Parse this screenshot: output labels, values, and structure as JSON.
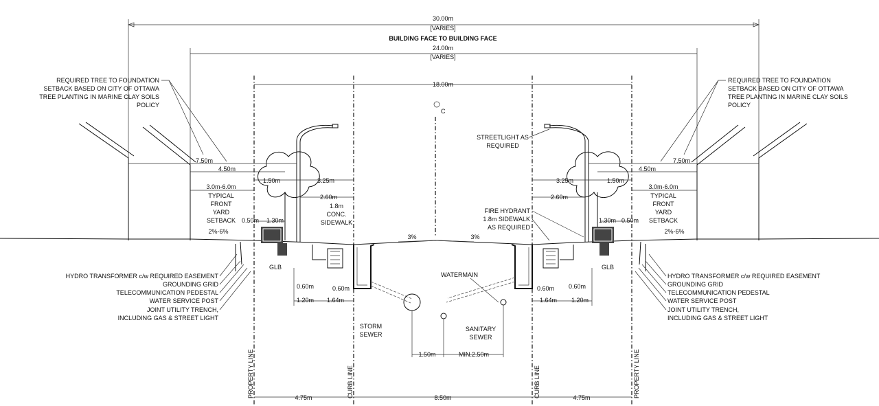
{
  "dims": {
    "d30": "30.00m",
    "varies1": "[VARIES]",
    "bfbf": "BUILDING FACE TO BUILDING FACE",
    "d24": "24.00m",
    "varies2": "[VARIES]",
    "d18": "18.00m",
    "cl": "C",
    "l750": "7.50m",
    "l450": "4.50m",
    "l150": "1.50m",
    "l325": "3.25m",
    "l30_60": "3.0m-6.0m",
    "l260": "2.60m",
    "l050": "0.50m",
    "l130": "1.30m",
    "l060a": "0.60m",
    "l060b": "0.60m",
    "l120": "1.20m",
    "l164": "1.64m",
    "r750": "7.50m",
    "r450": "4.50m",
    "r150": "1.50m",
    "r325": "3.25m",
    "r30_60": "3.0m-6.0m",
    "r260": "2.60m",
    "r050": "0.50m",
    "r130": "1.30m",
    "r060a": "0.60m",
    "r060b": "0.60m",
    "r120": "1.20m",
    "r164": "1.64m",
    "b475l": "4.75m",
    "b850": "8.50m",
    "b475r": "4.75m",
    "s150": "1.50m",
    "s250": "MIN.2.50m",
    "slope_l": "3%",
    "slope_r": "3%",
    "yard_l": "2%-6%",
    "yard_r": "2%-6%"
  },
  "left": {
    "tree1": "REQUIRED TREE TO FOUNDATION",
    "tree2": "SETBACK BASED ON CITY OF OTTAWA",
    "tree3": "TREE PLANTING IN MARINE CLAY SOILS",
    "tree4": "POLICY",
    "yard1": "TYPICAL",
    "yard2": "FRONT",
    "yard3": "YARD",
    "yard4": "SETBACK",
    "sw1": "1.8m",
    "sw2": "CONC.",
    "sw3": "SIDEWALK",
    "glb": "GLB",
    "u1": "HYDRO TRANSFORMER c/w REQUIRED EASEMENT",
    "u2": "GROUNDING GRID",
    "u3": "TELECOMMUNICATION PEDESTAL",
    "u4": "WATER SERVICE POST",
    "u5": "JOINT UTILITY TRENCH,",
    "u6": "INCLUDING GAS & STREET LIGHT",
    "pl": "PROPERTY LINE",
    "curb": "CURB LINE"
  },
  "right": {
    "tree1": "REQUIRED TREE TO FOUNDATION",
    "tree2": "SETBACK BASED ON CITY OF OTTAWA",
    "tree3": "TREE PLANTING IN MARINE CLAY SOILS",
    "tree4": "POLICY",
    "sl1": "STREETLIGHT AS",
    "sl2": "REQUIRED",
    "fh1": "FIRE HYDRANT",
    "fh2": "1.8m SIDEWALK",
    "fh3": "AS REQUIRED",
    "yard1": "TYPICAL",
    "yard2": "FRONT",
    "yard3": "YARD",
    "yard4": "SETBACK",
    "glb": "GLB",
    "u1": "HYDRO TRANSFORMER c/w REQUIRED EASEMENT",
    "u2": "GROUNDING GRID",
    "u3": "TELECOMMUNICATION PEDESTAL",
    "u4": "WATER SERVICE POST",
    "u5": "JOINT UTILITY TRENCH,",
    "u6": "INCLUDING GAS & STREET LIGHT",
    "pl": "PROPERTY LINE",
    "curb": "CURB LINE"
  },
  "center": {
    "wm": "WATERMAIN",
    "storm1": "STORM",
    "storm2": "SEWER",
    "san1": "SANITARY",
    "san2": "SEWER"
  }
}
